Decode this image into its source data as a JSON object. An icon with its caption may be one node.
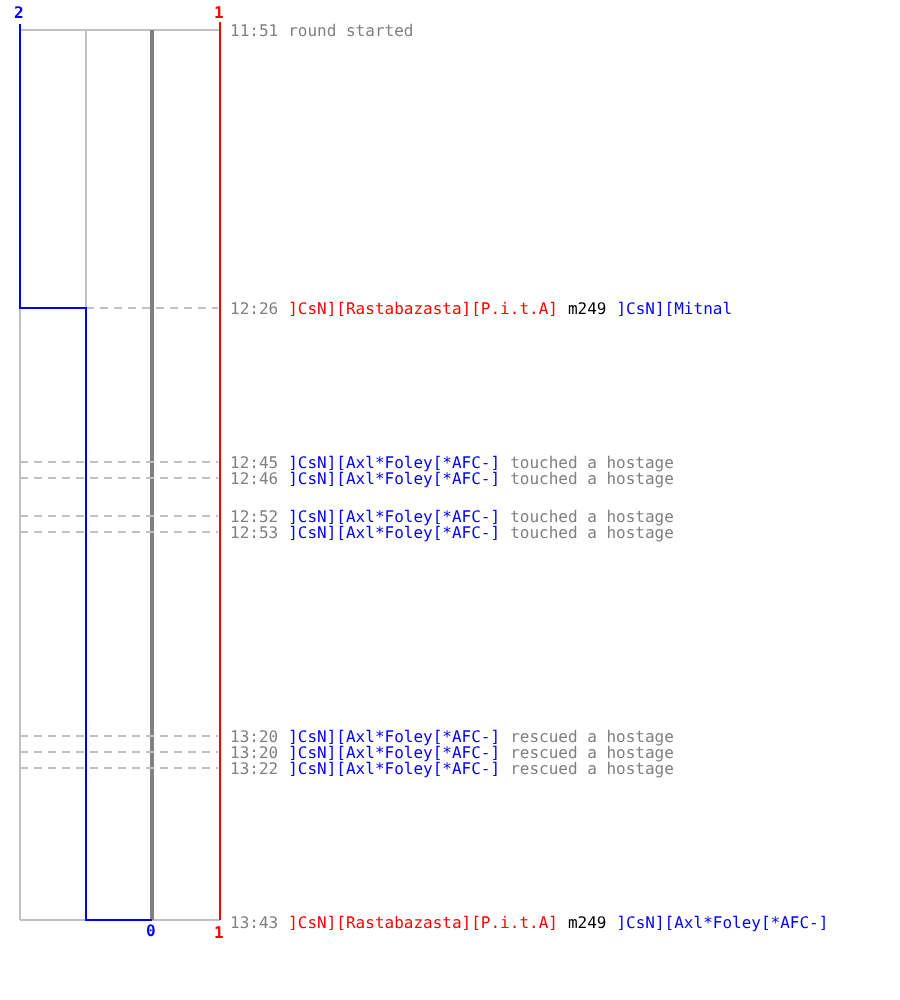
{
  "diagram": {
    "labels": [
      "2",
      "1",
      "11:51",
      "round started",
      "12:26",
      "]CsN][Rastabazasta][P.i.t.A]",
      "m249",
      "]CsN][Mitnal",
      "12:45",
      "]CsN][Axl*Foley[*AFC-]",
      "touched a hostage",
      "12:46",
      "]CsN][Axl*Foley[*AFC-]",
      "touched a hostage",
      "12:52",
      "]CsN][Axl*Foley[*AFC-]",
      "touched a hostage",
      "12:53",
      "]CsN][Axl*Foley[*AFC-]",
      "touched a hostage",
      "13:20",
      "]CsN][Axl*Foley[*AFC-]",
      "rescued a hostage",
      "13:20",
      "]CsN][Axl*Foley[*AFC-]",
      "rescued a hostage",
      "13:22",
      "]CsN][Axl*Foley[*AFC-]",
      "rescued a hostage",
      "0",
      "1",
      "13:43",
      "]CsN][Rastabazasta][P.i.t.A]",
      "m249",
      "]CsN][Axl*Foley[*AFC-]"
    ]
  }
}
